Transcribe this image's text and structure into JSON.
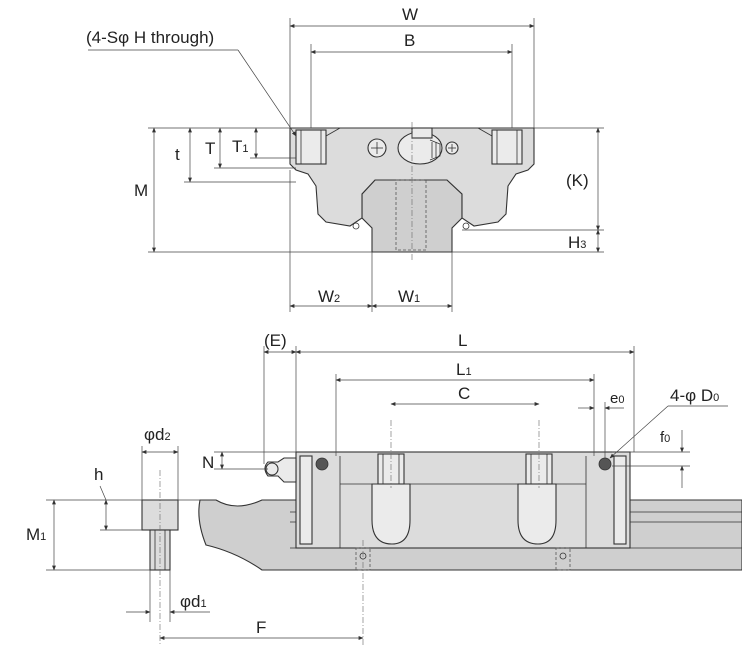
{
  "labels": {
    "note": "(4-Sφ H through)",
    "W": "W",
    "B": "B",
    "t": "t",
    "T": "T",
    "T1_main": "T",
    "T1_sub": "1",
    "M": "M",
    "K": "(K)",
    "H3_main": "H",
    "H3_sub": "3",
    "W2_main": "W",
    "W2_sub": "2",
    "W1_main": "W",
    "W1_sub": "1",
    "E": "(E)",
    "L": "L",
    "L1_main": "L",
    "L1_sub": "1",
    "C": "C",
    "e0_main": "e",
    "e0_sub": "0",
    "D0_main": "4-φ D",
    "D0_sub": "0",
    "f0_main": "f",
    "f0_sub": "0",
    "d2_main": "φd",
    "d2_sub": "2",
    "N": "N",
    "h": "h",
    "M1_main": "M",
    "M1_sub": "1",
    "d1_main": "φd",
    "d1_sub": "1",
    "F": "F"
  }
}
